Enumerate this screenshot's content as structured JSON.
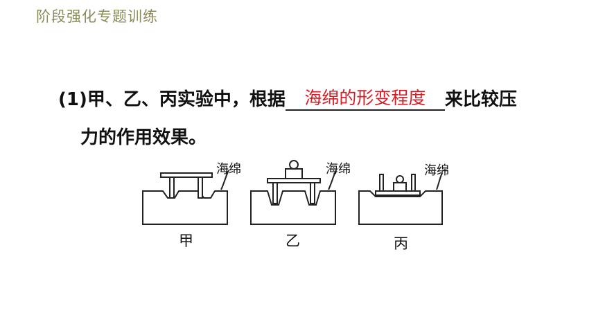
{
  "header": {
    "title": "阶段强化专题训练"
  },
  "question": {
    "number": "(1)",
    "text_before": "甲、乙、丙实验中，根据",
    "answer": "海绵的形变程度",
    "text_after": "来比较压",
    "text_line2": "力的作用效果。"
  },
  "figure": {
    "sponge_label": "海绵",
    "panels": [
      {
        "label": "甲",
        "sponge_label": "海绵"
      },
      {
        "label": "乙",
        "sponge_label": "海绵"
      },
      {
        "label": "丙",
        "sponge_label": "海绵"
      }
    ]
  },
  "colors": {
    "header": "#8c8c5a",
    "answer": "#d32027",
    "text": "#111111"
  }
}
